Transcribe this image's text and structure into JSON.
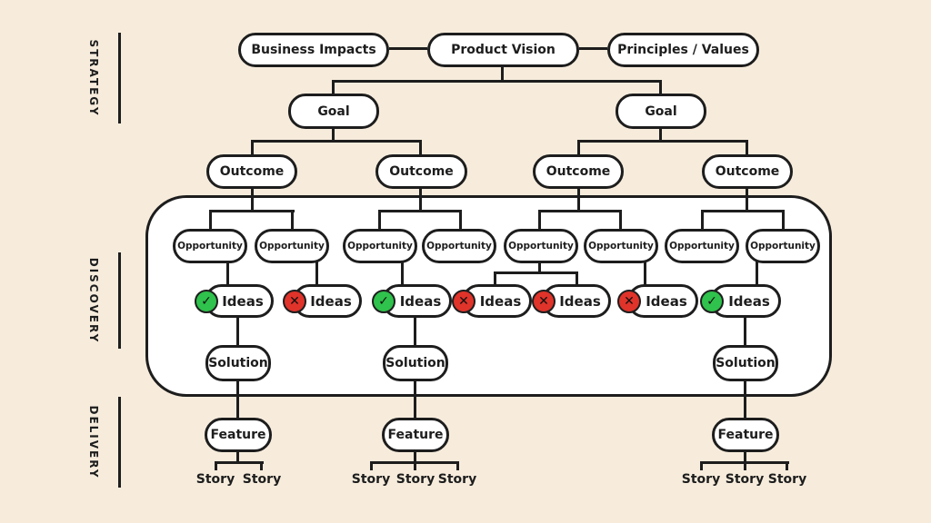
{
  "colors": {
    "background": "#f7ecdc",
    "node_fill": "#ffffff",
    "stroke": "#1d1d1d",
    "accepted": "#2fc24c",
    "rejected": "#e0332a"
  },
  "icons": {
    "accepted": "✓",
    "rejected": "✕"
  },
  "sections": {
    "strategy": "STRATEGY",
    "discovery": "DISCOVERY",
    "delivery": "DELIVERY"
  },
  "strategy": {
    "top_row": {
      "business_impacts": "Business Impacts",
      "product_vision": "Product Vision",
      "principles_values": "Principles / Values"
    },
    "goals": [
      "Goal",
      "Goal"
    ],
    "outcomes": [
      "Outcome",
      "Outcome",
      "Outcome",
      "Outcome"
    ]
  },
  "discovery": {
    "opportunities": [
      "Opportunity",
      "Opportunity",
      "Opportunity",
      "Opportunity",
      "Opportunity",
      "Opportunity",
      "Opportunity",
      "Opportunity"
    ],
    "ideas": [
      {
        "label": "Ideas",
        "status": "accepted"
      },
      {
        "label": "Ideas",
        "status": "rejected"
      },
      {
        "label": "Ideas",
        "status": "accepted"
      },
      {
        "label": "Ideas",
        "status": "rejected"
      },
      {
        "label": "Ideas",
        "status": "rejected"
      },
      {
        "label": "Ideas",
        "status": "rejected"
      },
      {
        "label": "Ideas",
        "status": "accepted"
      }
    ],
    "solutions": [
      "Solution",
      "Solution",
      "Solution"
    ]
  },
  "delivery": {
    "features": [
      "Feature",
      "Feature",
      "Feature"
    ],
    "story_groups": [
      [
        "Story",
        "Story"
      ],
      [
        "Story",
        "Story",
        "Story"
      ],
      [
        "Story",
        "Story",
        "Story"
      ]
    ]
  }
}
